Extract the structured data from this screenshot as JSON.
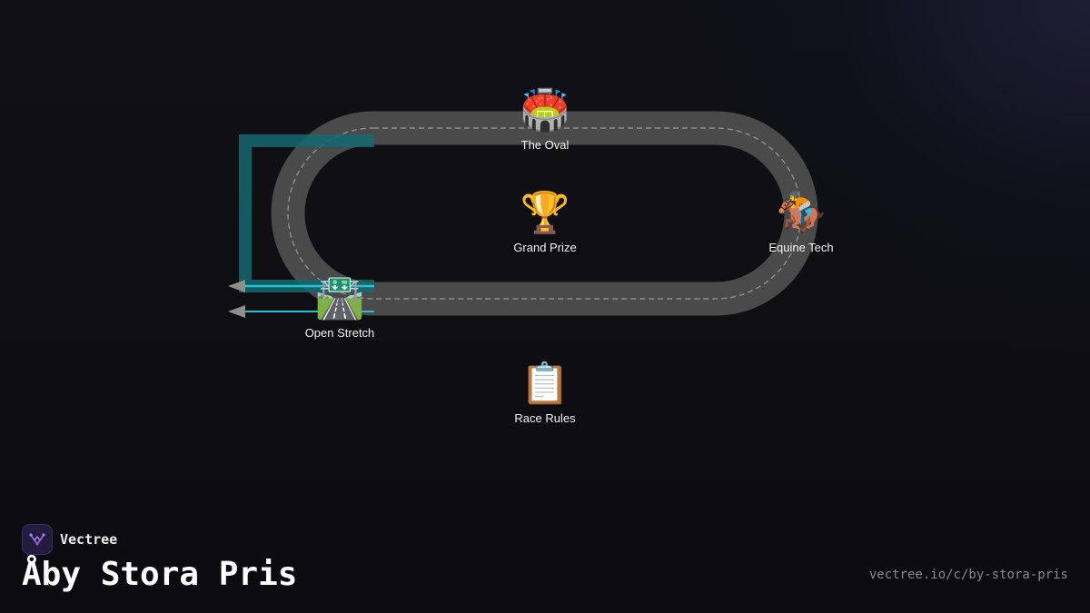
{
  "brand": {
    "name": "Vectree",
    "logo_icon": "vectree-logo-icon"
  },
  "title": "Åby Stora Pris",
  "url": "vectree.io/c/by-stora-pris",
  "colors": {
    "background": "#0c0c10",
    "track": "#4a4a4a",
    "track_dash": "#9a9a9a",
    "accent": "#22c4d0",
    "accent_dim": "#14686e",
    "brand_purple": "#9a5cf0"
  },
  "nodes": [
    {
      "id": "the-oval",
      "label": "The Oval",
      "emoji": "🏟️",
      "icon": "stadium-icon"
    },
    {
      "id": "grand-prize",
      "label": "Grand Prize",
      "emoji": "🏆",
      "icon": "trophy-icon"
    },
    {
      "id": "equine-tech",
      "label": "Equine Tech",
      "emoji": "🏇",
      "icon": "horse-racing-icon"
    },
    {
      "id": "open-stretch",
      "label": "Open Stretch",
      "emoji": "🛣️",
      "icon": "motorway-icon"
    },
    {
      "id": "race-rules",
      "label": "Race Rules",
      "emoji": "📋",
      "icon": "clipboard-icon"
    }
  ]
}
